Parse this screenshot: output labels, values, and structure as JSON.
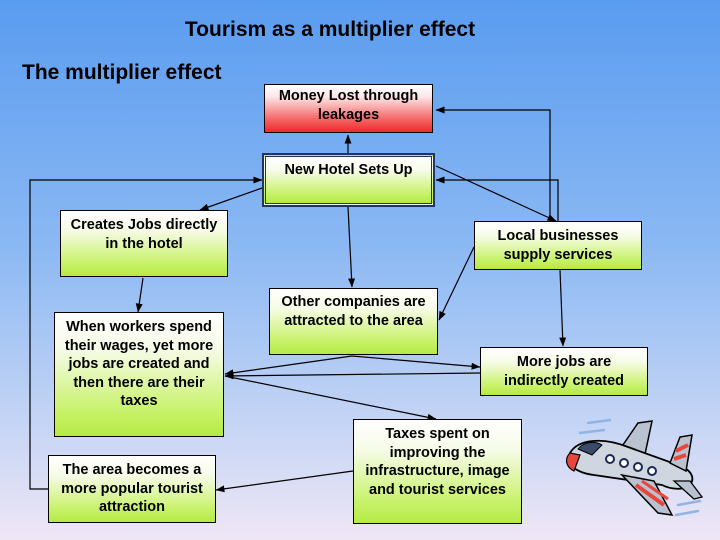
{
  "title": "Tourism as a multiplier effect",
  "subtitle": "The multiplier effect",
  "boxes": {
    "money_lost": "Money Lost through leakages",
    "new_hotel": "New Hotel Sets Up",
    "creates_jobs": "Creates Jobs directly in the hotel",
    "local_businesses": "Local businesses supply services",
    "other_companies": "Other companies are attracted to the area",
    "workers_wages": "When workers spend their wages, yet more jobs are created and then there are their taxes",
    "more_jobs": "More jobs are indirectly created",
    "taxes_spent": "Taxes spent on improving the infrastructure, image and tourist services",
    "popular_area": "The area becomes a more popular tourist attraction"
  },
  "colors": {
    "box_green": "#b5ea45",
    "box_red": "#ee2a2a",
    "arrow": "#000000"
  },
  "icons": {
    "illustration": "airplane-icon"
  }
}
